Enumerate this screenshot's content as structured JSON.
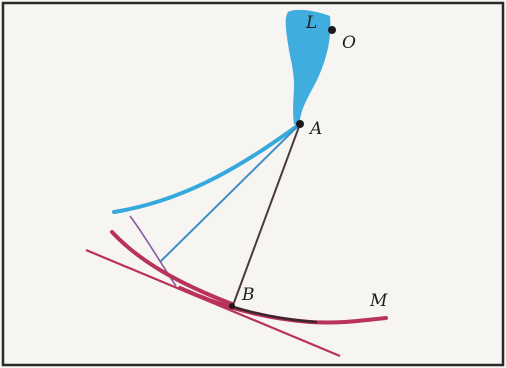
{
  "labels": {
    "L": "L",
    "O": "O",
    "A": "A",
    "B": "B",
    "M": "M"
  },
  "colors": {
    "background": "#f7f5f1",
    "frame": "#2a2a2a",
    "blue": "#35a9dc",
    "blue_line": "#3b8fc7",
    "red": "#b8325a",
    "dark_line": "#4a3a40",
    "point": "#1a1a1a"
  }
}
